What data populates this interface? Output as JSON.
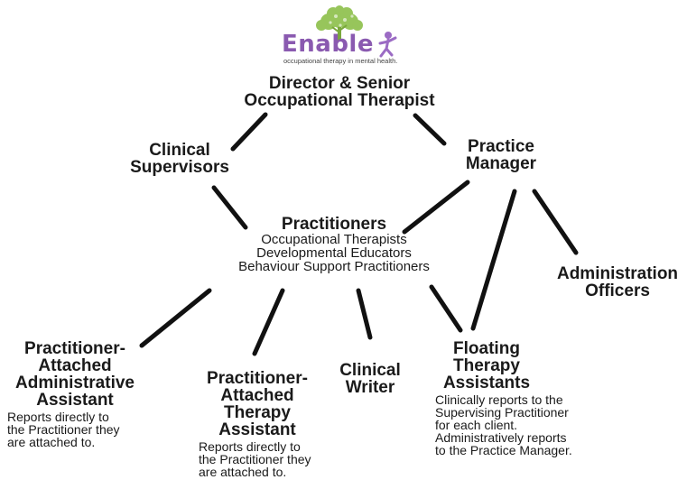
{
  "logo": {
    "wordmark": "Enable",
    "tagline": "occupational therapy in mental health.",
    "colors": {
      "tree": "#8cbf4a",
      "wordmark": "#8a5ab0",
      "figure": "#9b6bc4"
    }
  },
  "nodes": {
    "director": {
      "lines": [
        "Director & Senior",
        "Occupational Therapist"
      ]
    },
    "clinical_supervisors": {
      "lines": [
        "Clinical",
        "Supervisors"
      ]
    },
    "practice_manager": {
      "lines": [
        "Practice",
        "Manager"
      ]
    },
    "practitioners": {
      "title": "Practitioners",
      "roles": [
        "Occupational Therapists",
        "Developmental Educators",
        "Behaviour Support Practitioners"
      ]
    },
    "administration_officers": {
      "lines": [
        "Administration",
        "Officers"
      ]
    },
    "attached_admin": {
      "lines": [
        "Practitioner-",
        "Attached",
        "Administrative",
        "Assistant"
      ],
      "description": [
        "Reports directly to",
        "the Practitioner they",
        "are attached to."
      ]
    },
    "attached_therapy": {
      "lines": [
        "Practitioner-",
        "Attached",
        "Therapy",
        "Assistant"
      ],
      "description": [
        "Reports directly to",
        "the Practitioner they",
        "are attached to."
      ]
    },
    "clinical_writer": {
      "lines": [
        "Clinical",
        "Writer"
      ]
    },
    "floating": {
      "lines": [
        "Floating",
        "Therapy",
        "Assistants"
      ],
      "description": [
        "Clinically reports to the",
        "Supervising Practitioner",
        "for each client.",
        "Administratively reports",
        "to the Practice Manager."
      ]
    }
  },
  "colors": {
    "connector": "#111111",
    "text": "#1a1a1a"
  }
}
